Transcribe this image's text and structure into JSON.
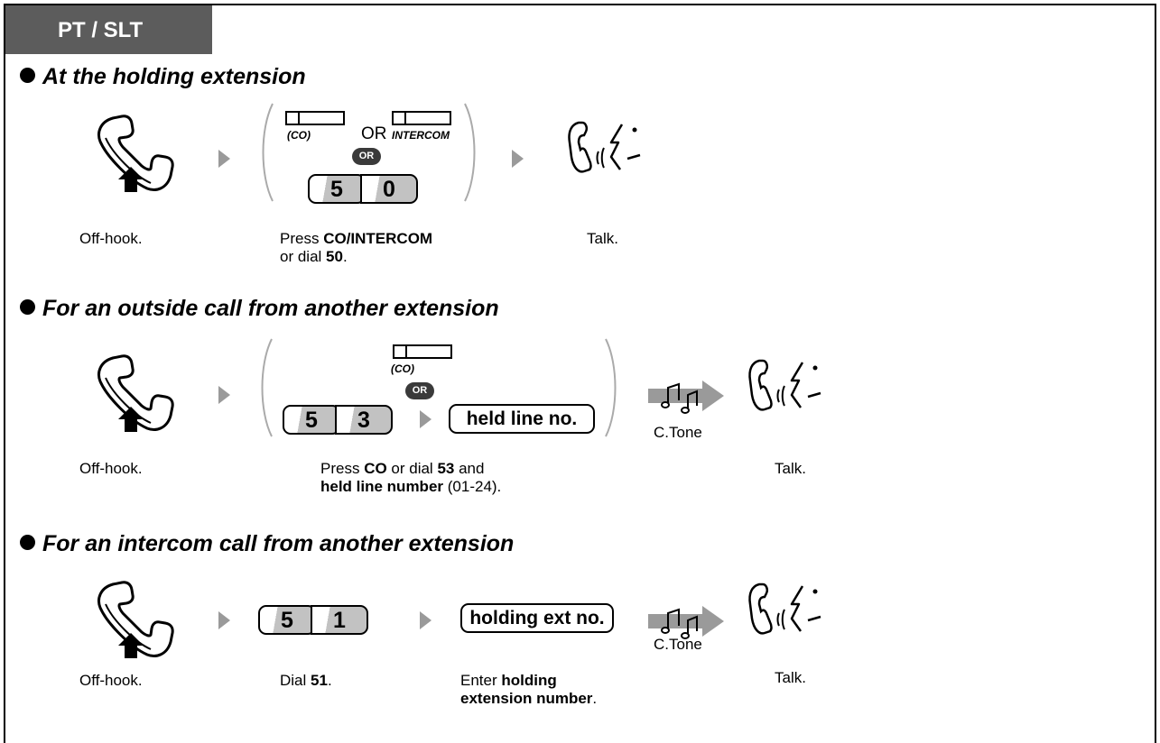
{
  "header": {
    "title": "PT / SLT"
  },
  "sections": [
    {
      "title": "At the holding extension",
      "captions": {
        "offhook": "Off-hook.",
        "press_pre": "Press ",
        "press_bold": "CO/INTERCOM",
        "press_line2_pre": "or dial ",
        "press_line2_bold": "50",
        "press_line2_post": ".",
        "talk": "Talk."
      },
      "keys": {
        "co_label": "(CO)",
        "or_text": "OR",
        "intercom_label": "INTERCOM",
        "or_badge": "OR",
        "digit1": "5",
        "digit2": "0"
      }
    },
    {
      "title": "For an outside call from another extension",
      "captions": {
        "offhook": "Off-hook.",
        "press_pre": "Press ",
        "press_bold": "CO",
        "press_mid": " or dial ",
        "press_bold2": "53",
        "press_post": " and",
        "line2_bold": "held line number",
        "line2_post": " (01-24).",
        "talk": "Talk."
      },
      "keys": {
        "co_label": "(CO)",
        "or_badge": "OR",
        "digit1": "5",
        "digit2": "3",
        "held_line": "held line no."
      },
      "tone": "C.Tone"
    },
    {
      "title": "For an intercom call from another extension",
      "captions": {
        "offhook": "Off-hook.",
        "dial_pre": "Dial ",
        "dial_bold": "51",
        "dial_post": ".",
        "enter_pre": "Enter ",
        "enter_bold": "holding",
        "enter_line2_bold": "extension number",
        "enter_line2_post": ".",
        "talk": "Talk."
      },
      "keys": {
        "digit1": "5",
        "digit2": "1",
        "holding_ext": "holding ext no."
      },
      "tone": "C.Tone"
    }
  ]
}
